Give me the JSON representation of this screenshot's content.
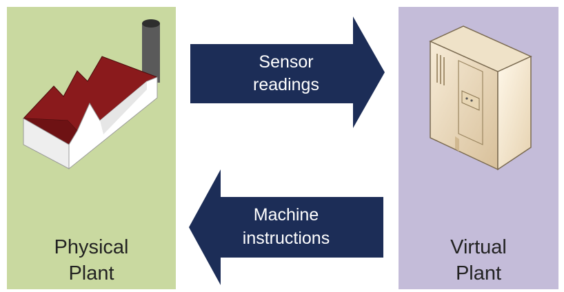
{
  "left": {
    "label_line1": "Physical",
    "label_line2": "Plant",
    "color": "#c9d9a0"
  },
  "right": {
    "label_line1": "Virtual",
    "label_line2": "Plant",
    "color": "#c4bcd9"
  },
  "arrows": {
    "top": {
      "line1": "Sensor",
      "line2": "readings",
      "direction": "right"
    },
    "bottom": {
      "line1": "Machine",
      "line2": "instructions",
      "direction": "left"
    },
    "color": "#1c2d57"
  },
  "icons": {
    "left": "factory-icon",
    "right": "server-icon"
  }
}
